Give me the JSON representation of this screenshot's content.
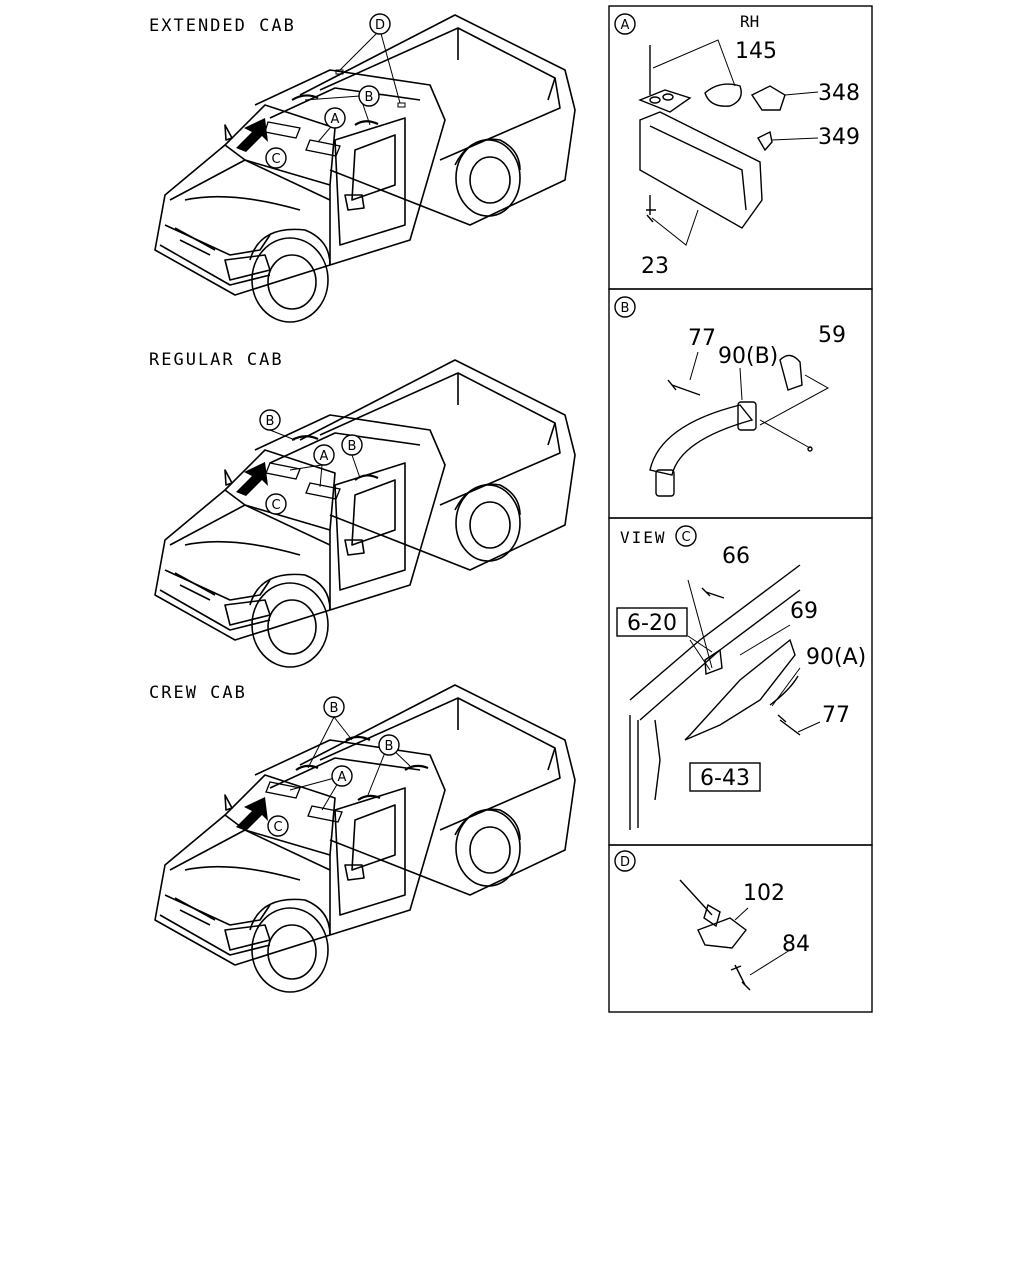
{
  "captions": {
    "extended": "EXTENDED CAB",
    "regular": "REGULAR CAB",
    "crew": "CREW CAB"
  },
  "callouts": {
    "a": "A",
    "b": "B",
    "c": "C",
    "d": "D"
  },
  "panel_a": {
    "side": "RH",
    "parts": [
      "145",
      "348",
      "349",
      "23"
    ]
  },
  "panel_b": {
    "parts": [
      "77",
      "90(B)",
      "59"
    ]
  },
  "panel_c": {
    "view_label": "VIEW",
    "parts": [
      "66",
      "69",
      "90(A)",
      "77"
    ],
    "refs": [
      "6-20",
      "6-43"
    ]
  },
  "panel_d": {
    "parts": [
      "102",
      "84"
    ]
  }
}
